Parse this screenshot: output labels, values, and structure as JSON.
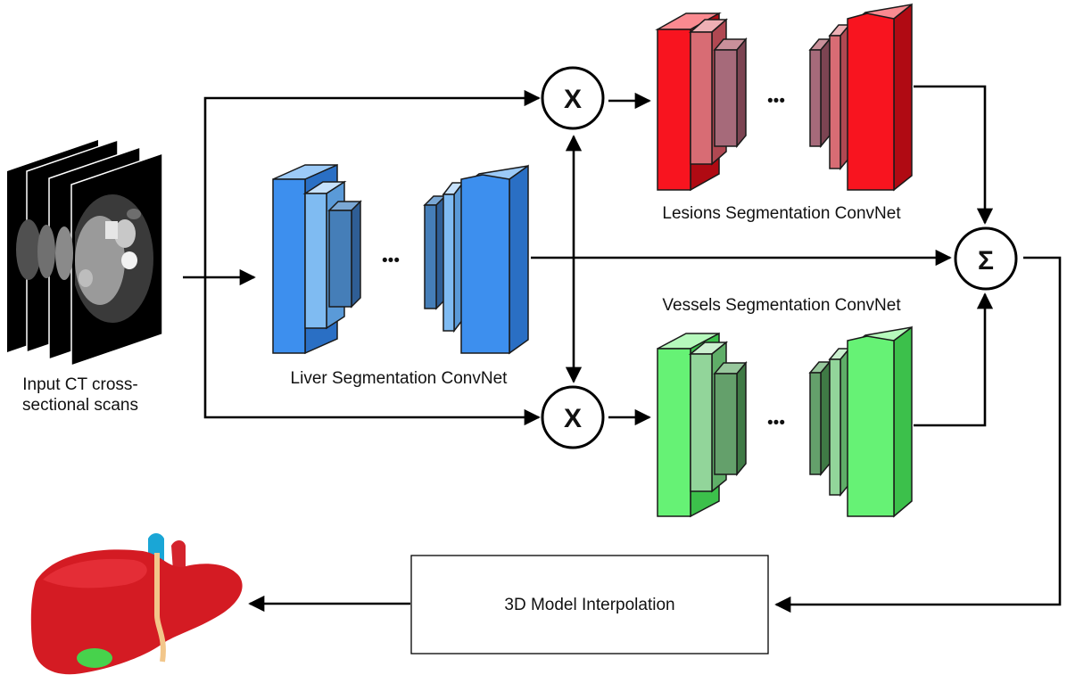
{
  "input": {
    "label_line1": "Input CT cross-",
    "label_line2": "sectional scans"
  },
  "liver_net": {
    "label": "Liver Segmentation ConvNet",
    "color": "#3d8fee",
    "dots": "•••"
  },
  "lesions_net": {
    "label": "Lesions Segmentation ConvNet",
    "color": "#f8141f",
    "dots": "•••"
  },
  "vessels_net": {
    "label": "Vessels Segmentation ConvNet",
    "color": "#66f275",
    "dots": "•••"
  },
  "ops": {
    "multiply_top": "X",
    "multiply_bottom": "X",
    "sum": "Σ"
  },
  "interpolation": {
    "label": "3D Model Interpolation"
  },
  "icons": {
    "output": "liver-icon",
    "input": "ct-scan-stack-icon"
  }
}
